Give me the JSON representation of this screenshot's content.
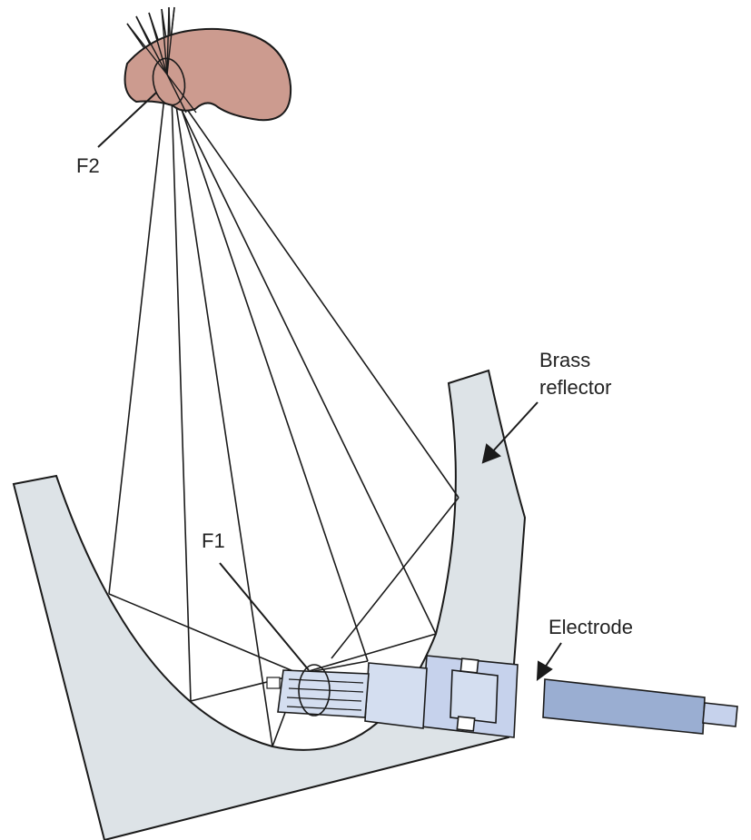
{
  "labels": {
    "f2": "F2",
    "f1": "F1",
    "reflector_line1": "Brass",
    "reflector_line2": "reflector",
    "electrode": "Electrode"
  },
  "colors": {
    "reflector": "#dde3e7",
    "kidney": "#cc9b8f",
    "electrode_light": "#d4def0",
    "electrode_mid": "#c6d2ec",
    "electrode_dark": "#9aaed2",
    "line": "#1a1a1a"
  }
}
